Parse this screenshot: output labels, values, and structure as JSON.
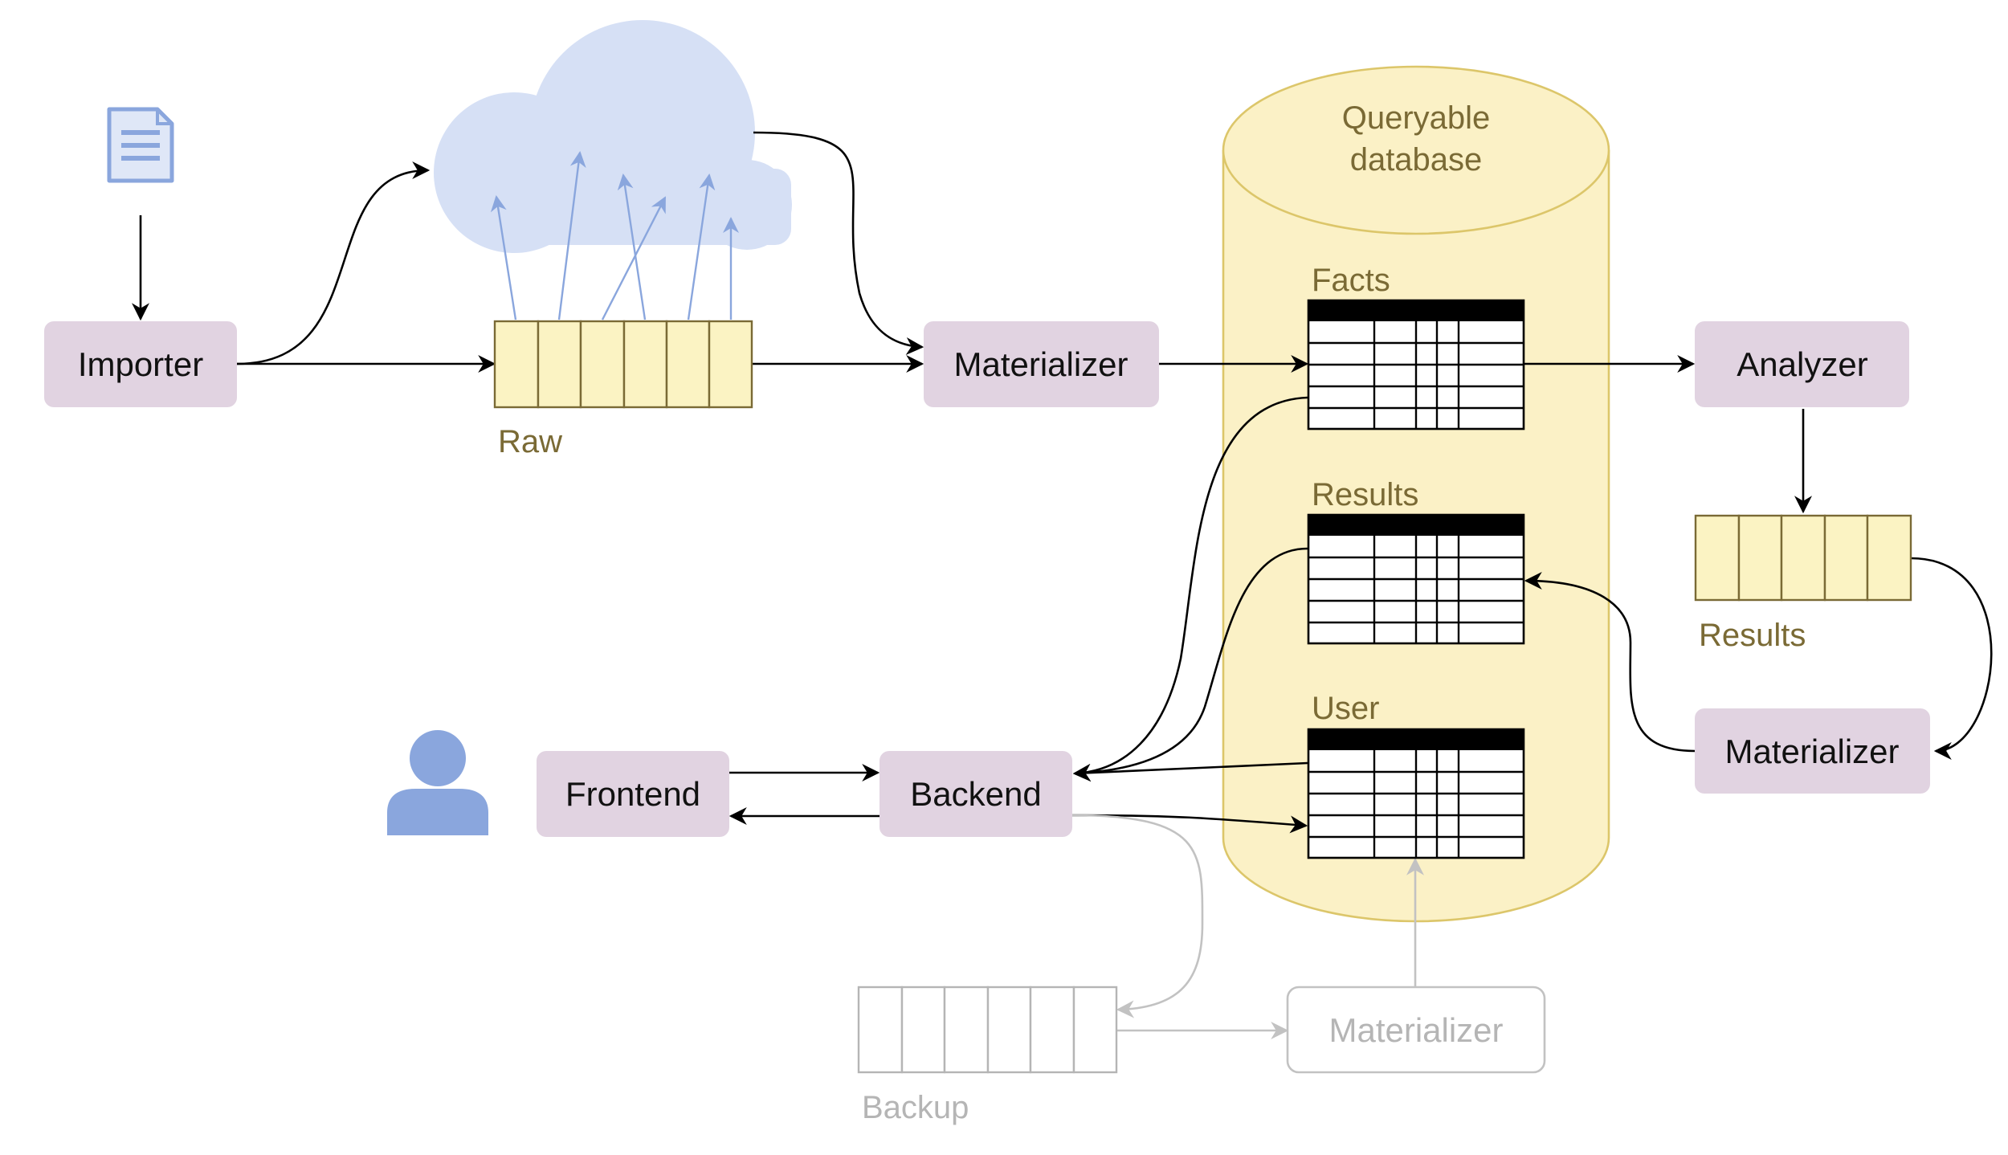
{
  "colors": {
    "process_fill": "#e1d3e1",
    "queue_fill": "#fbf3c3",
    "queue_stroke": "#7a6a35",
    "database_fill": "#fbf1c6",
    "database_stroke": "#dcc66a",
    "cloud_fill": "#d6e0f5",
    "icon_blue": "#8aa6dd",
    "inactive_grey": "#b5b5b5"
  },
  "icons": {
    "document": "document-icon",
    "user": "user-icon",
    "cloud": "cloud-shape"
  },
  "nodes": {
    "importer": "Importer",
    "materializer_main": "Materializer",
    "analyzer": "Analyzer",
    "materializer_results": "Materializer",
    "frontend": "Frontend",
    "backend": "Backend",
    "materializer_backup": "Materializer"
  },
  "queues": {
    "raw": "Raw",
    "results": "Results",
    "backup": "Backup"
  },
  "database": {
    "title_line1": "Queryable",
    "title_line2": "database",
    "tables": {
      "facts": "Facts",
      "results": "Results",
      "user": "User"
    }
  }
}
